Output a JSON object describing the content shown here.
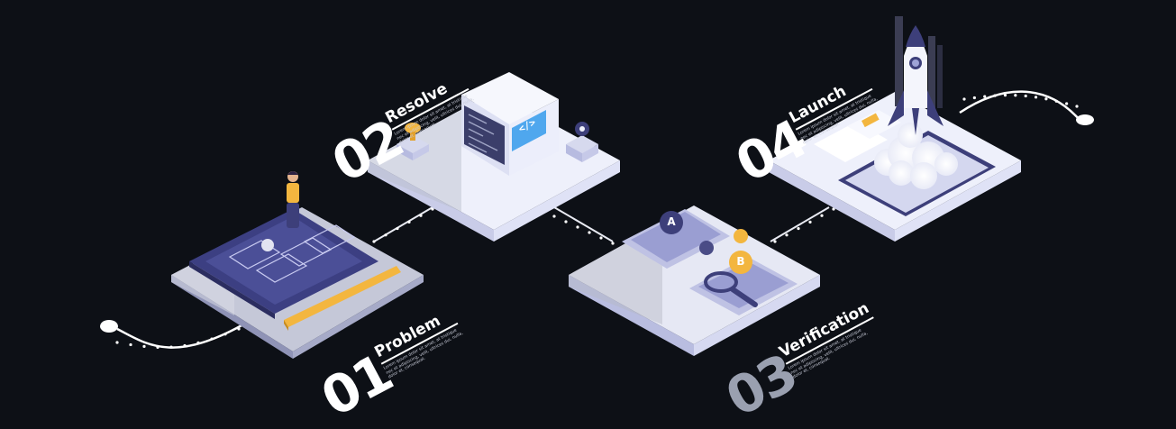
{
  "steps": [
    {
      "number": "01",
      "title": "Problem",
      "desc": "Lorem ipsum dolor sit amet, at tristique nec et adipiscing, velit, ultrices dui, nulla, dolor et, consequat."
    },
    {
      "number": "02",
      "title": "Resolve",
      "desc": "Lorem ipsum dolor sit amet, at tristique nec et adipiscing, velit, ultrices dui, nulla, dolor et, consequat."
    },
    {
      "number": "03",
      "title": "Verification",
      "desc": "Lorem ipsum dolor sit amet, at tristique nec et adipiscing, velit, ultrices dui, nulla, dolor et, consequat."
    },
    {
      "number": "04",
      "title": "Launch",
      "desc": "Lorem ipsum dolor sit amet, at tristique nec et adipiscing, velit, ultrices dui, nulla, dolor et, consequat."
    }
  ],
  "icons": {
    "badge_a": "A",
    "badge_b": "B",
    "code_glyph": "</>"
  },
  "colors": {
    "background": "#0d1016",
    "platform_top": "#eef0fb",
    "platform_side": "#c7cbe9",
    "accent_navy": "#3d3f7a",
    "accent_gold": "#f3b63f",
    "accent_blue": "#4fa7ee"
  }
}
